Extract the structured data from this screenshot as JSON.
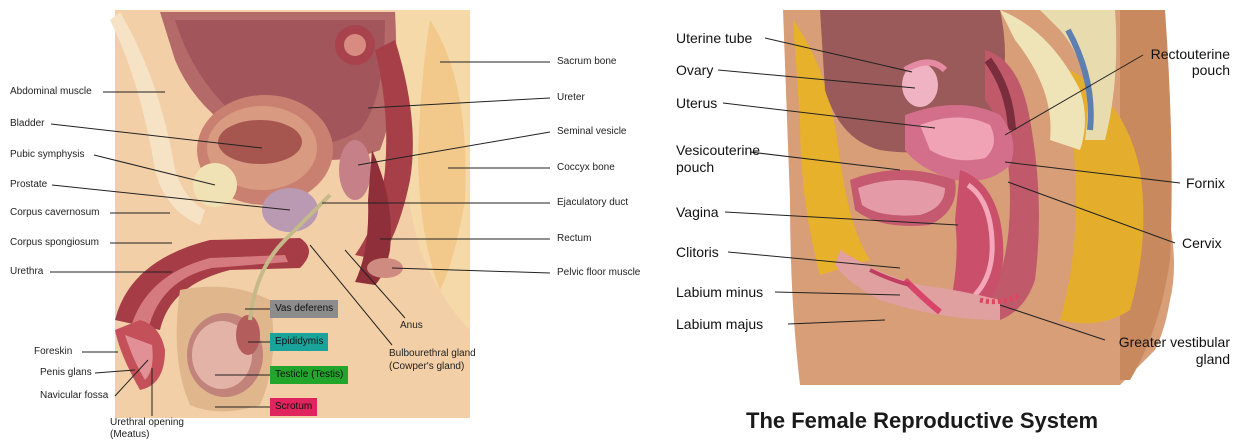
{
  "male": {
    "labels_left": {
      "abdominal_muscle": "Abdominal muscle",
      "bladder": "Bladder",
      "pubic_symphysis": "Pubic symphysis",
      "prostate": "Prostate",
      "corpus_cavernosum": "Corpus cavernosum",
      "corpus_spongiosum": "Corpus spongiosum",
      "urethra": "Urethra",
      "foreskin": "Foreskin",
      "penis_glans": "Penis glans",
      "navicular_fossa": "Navicular fossa",
      "urethral_opening_1": "Urethral opening",
      "urethral_opening_2": "(Meatus)"
    },
    "labels_right": {
      "sacrum_bone": "Sacrum bone",
      "ureter": "Ureter",
      "seminal_vesicle": "Seminal vesicle",
      "coccyx_bone": "Coccyx bone",
      "ejaculatory_duct": "Ejaculatory duct",
      "rectum": "Rectum",
      "pelvic_floor_muscle": "Pelvic floor muscle",
      "anus": "Anus",
      "bulbourethral_1": "Bulbourethral gland",
      "bulbourethral_2": "(Cowper's gland)"
    },
    "badges": {
      "vas_deferens": "Vas deferens",
      "epididymis": "Epididymis",
      "testicle": "Testicle (Testis)",
      "scrotum": "Scrotum"
    },
    "badge_colors": {
      "vas_deferens": "#8c8c8c",
      "epididymis": "#1aa39a",
      "testicle": "#22a52b",
      "scrotum": "#e0245e"
    }
  },
  "female": {
    "labels_left": {
      "uterine_tube": "Uterine tube",
      "ovary": "Ovary",
      "uterus": "Uterus",
      "vesicouterine_1": "Vesicouterine",
      "vesicouterine_2": "pouch",
      "vagina": "Vagina",
      "clitoris": "Clitoris",
      "labium_minus": "Labium minus",
      "labium_majus": "Labium majus"
    },
    "labels_right": {
      "rectouterine_1": "Rectouterine",
      "rectouterine_2": "pouch",
      "fornix": "Fornix",
      "cervix": "Cervix",
      "greater_vestibular_1": "Greater vestibular",
      "greater_vestibular_2": "gland"
    },
    "title": "The Female Reproductive System"
  }
}
